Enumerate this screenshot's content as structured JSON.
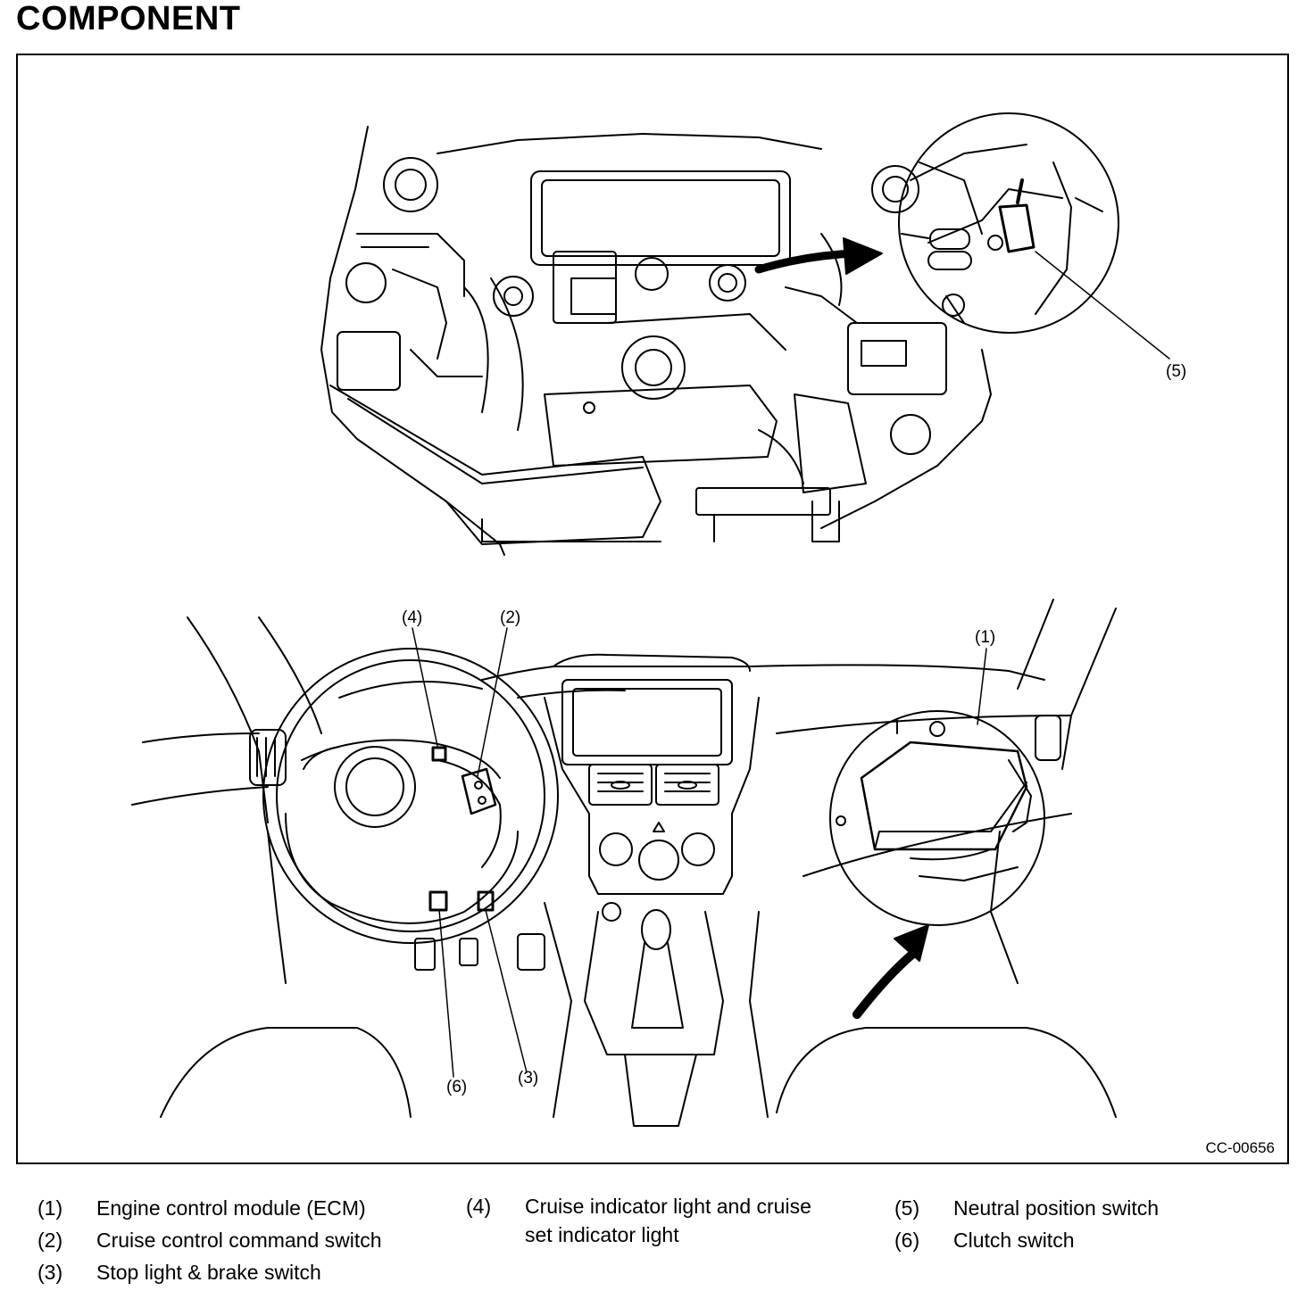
{
  "title": "COMPONENT",
  "figure_code": "CC-00656",
  "callouts": {
    "c1": "(1)",
    "c2": "(2)",
    "c3": "(3)",
    "c4": "(4)",
    "c5": "(5)",
    "c6": "(6)"
  },
  "legend": {
    "col1": [
      {
        "num": "(1)",
        "text": "Engine control module (ECM)"
      },
      {
        "num": "(2)",
        "text": "Cruise control command switch"
      },
      {
        "num": "(3)",
        "text": "Stop light & brake switch"
      }
    ],
    "col2": [
      {
        "num": "(4)",
        "text": "Cruise indicator light and cruise"
      },
      {
        "num": "",
        "text": "set indicator light"
      }
    ],
    "col3": [
      {
        "num": "(5)",
        "text": "Neutral position switch"
      },
      {
        "num": "(6)",
        "text": "Clutch switch"
      }
    ]
  }
}
